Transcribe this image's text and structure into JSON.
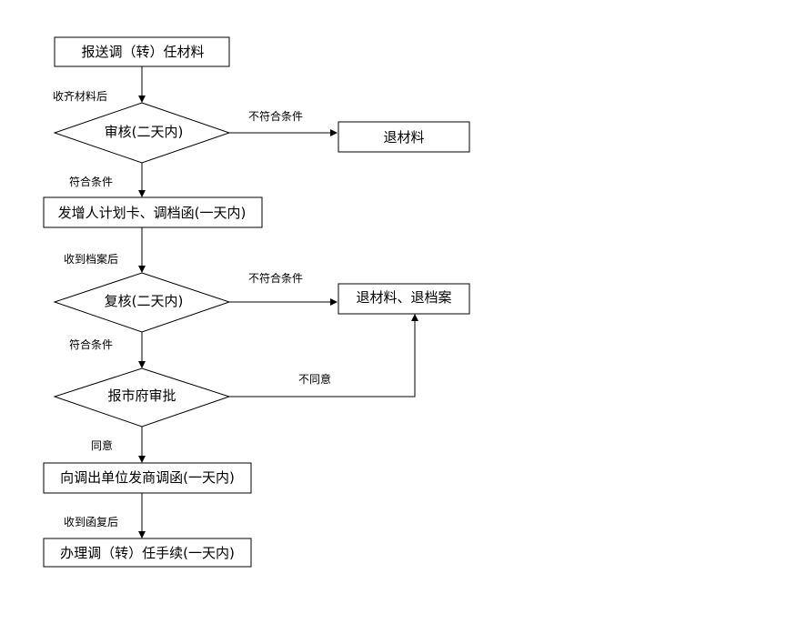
{
  "colors": {
    "stroke": "#000000",
    "fill": "#ffffff",
    "text": "#000000",
    "background": "#ffffff"
  },
  "nodes": {
    "submit": "报送调（转）任材料",
    "review": "审核(二天内)",
    "return_materials": "退材料",
    "issue_card": "发增人计划卡、调档函(一天内)",
    "recheck": "复核(二天内)",
    "return_files": "退材料、退档案",
    "city_approval": "报市府审批",
    "send_letter": "向调出单位发商调函(一天内)",
    "handle_transfer": "办理调（转）任手续(一天内)"
  },
  "edges": {
    "after_receive_materials": "收齐材料后",
    "review_not_qualified": "不符合条件",
    "review_qualified": "符合条件",
    "after_receive_files": "收到档案后",
    "recheck_not_qualified": "不符合条件",
    "recheck_qualified": "符合条件",
    "disagree": "不同意",
    "agree": "同意",
    "after_receive_reply": "收到函复后"
  }
}
